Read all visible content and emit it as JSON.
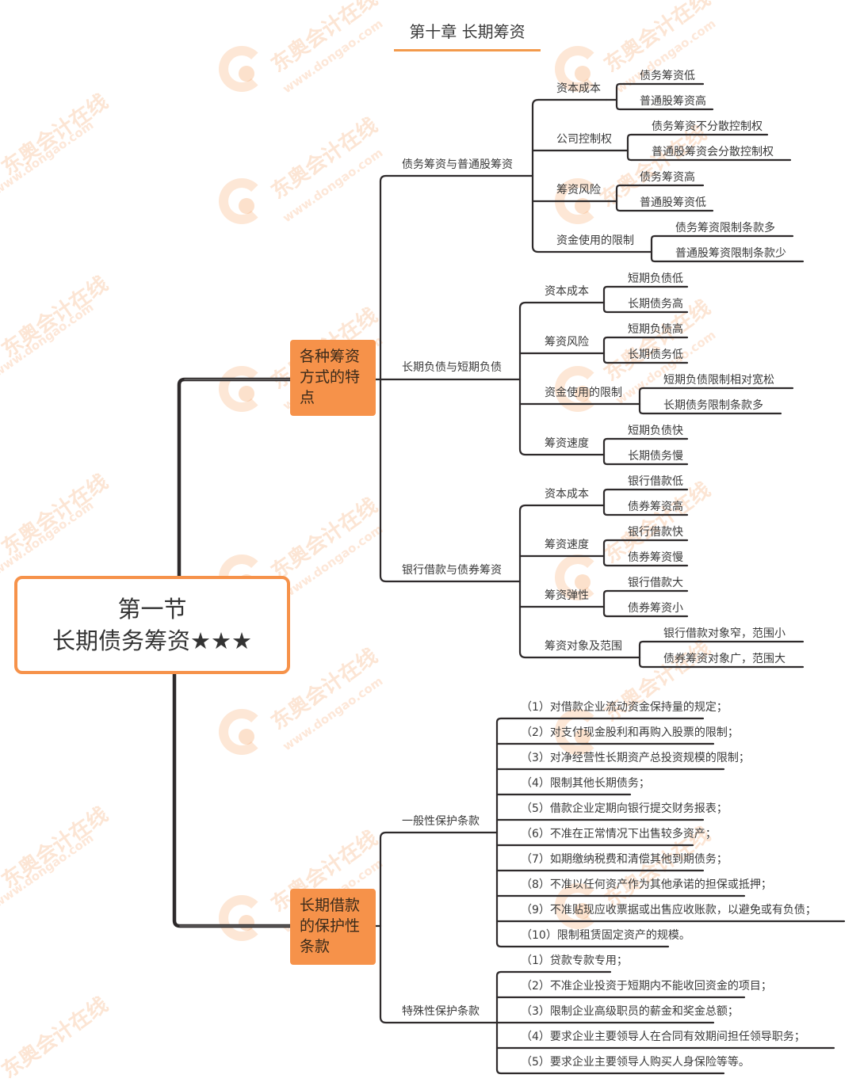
{
  "title": "第十章 长期筹资",
  "root": {
    "line1": "第一节",
    "line2": "长期债务筹资★★★"
  },
  "branches": [
    {
      "label": "各种筹资方式的特点",
      "label_lines": [
        "各种筹资",
        "方式的特",
        "点"
      ],
      "children": [
        {
          "label": "债务筹资与普通股筹资",
          "children": [
            {
              "label": "资本成本",
              "children": [
                "债务筹资低",
                "普通股筹资高"
              ]
            },
            {
              "label": "公司控制权",
              "children": [
                "债务筹资不分散控制权",
                "普通股筹资会分散控制权"
              ]
            },
            {
              "label": "筹资风险",
              "children": [
                "债务筹资高",
                "普通股筹资低"
              ]
            },
            {
              "label": "资金使用的限制",
              "children": [
                "债务筹资限制条款多",
                "普通股筹资限制条款少"
              ]
            }
          ]
        },
        {
          "label": "长期负债与短期负债",
          "children": [
            {
              "label": "资本成本",
              "children": [
                "短期负债低",
                "长期债务高"
              ]
            },
            {
              "label": "筹资风险",
              "children": [
                "短期负债高",
                "长期债务低"
              ]
            },
            {
              "label": "资金使用的限制",
              "children": [
                "短期负债限制相对宽松",
                "长期债务限制条款多"
              ]
            },
            {
              "label": "筹资速度",
              "children": [
                "短期负债快",
                "长期债务慢"
              ]
            }
          ]
        },
        {
          "label": "银行借款与债券筹资",
          "children": [
            {
              "label": "资本成本",
              "children": [
                "银行借款低",
                "债券筹资高"
              ]
            },
            {
              "label": "筹资速度",
              "children": [
                "银行借款快",
                "债券筹资慢"
              ]
            },
            {
              "label": "筹资弹性",
              "children": [
                "银行借款大",
                "债券筹资小"
              ]
            },
            {
              "label": "筹资对象及范围",
              "children": [
                "银行借款对象窄，范围小",
                "债券筹资对象广，范围大"
              ]
            }
          ]
        }
      ]
    },
    {
      "label": "长期借款的保护性条款",
      "label_lines": [
        "长期借款",
        "的保护性",
        "条款"
      ],
      "children": [
        {
          "label": "一般性保护条款",
          "items": [
            "（1）对借款企业流动资金保持量的规定；",
            "（2）对支付现金股利和再购入股票的限制；",
            "（3）对净经营性长期资产总投资规模的限制；",
            "（4）限制其他长期债务；",
            "（5）借款企业定期向银行提交财务报表；",
            "（6）不准在正常情况下出售较多资产；",
            "（7）如期缴纳税费和清偿其他到期债务；",
            "（8）不准以任何资产作为其他承诺的担保或抵押；",
            "（9）不准贴现应收票据或出售应收账款，以避免或有负债；",
            "（10）限制租赁固定资产的规模。"
          ]
        },
        {
          "label": "特殊性保护条款",
          "items": [
            "（1）贷款专款专用；",
            "（2）不准企业投资于短期内不能收回资金的项目；",
            "（3）限制企业高级职员的薪金和奖金总额；",
            "（4）要求企业主要领导人在合同有效期间担任领导职务；",
            "（5）要求企业主要领导人购买人身保险等等。"
          ]
        }
      ]
    }
  ],
  "watermark": {
    "brand": "东奥会计在线",
    "url": "www.dongao.com"
  },
  "colors": {
    "accent": "#f6924a",
    "line": "#2e2a2b",
    "text": "#3a3a3a"
  }
}
